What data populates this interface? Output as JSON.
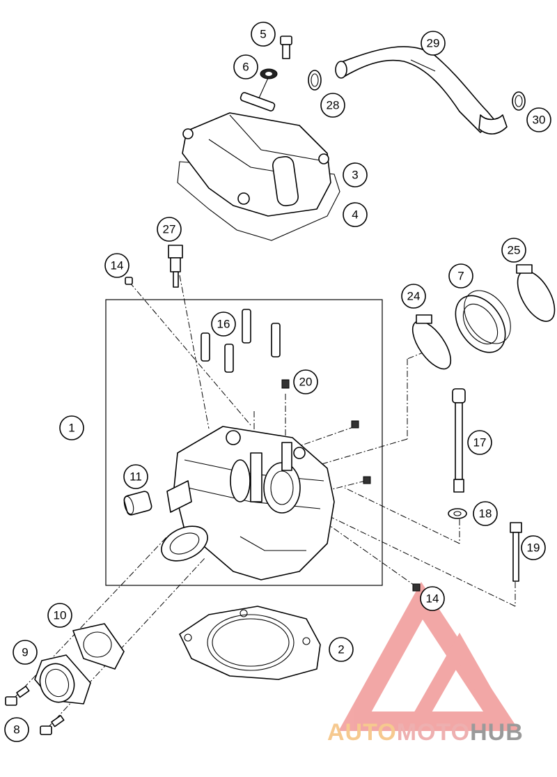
{
  "callouts": [
    "1",
    "2",
    "3",
    "4",
    "5",
    "6",
    "7",
    "8",
    "9",
    "10",
    "11",
    "14",
    "14",
    "16",
    "17",
    "18",
    "19",
    "20",
    "24",
    "25",
    "27",
    "28",
    "29",
    "30"
  ],
  "watermark": {
    "part_a": "AUTO",
    "part_b": "MOTO",
    "part_c": "HUB",
    "color_a": "#f6c98f",
    "color_b": "#eeb0b0",
    "color_c": "#9a9a9a",
    "logo_color": "#e9605e"
  }
}
